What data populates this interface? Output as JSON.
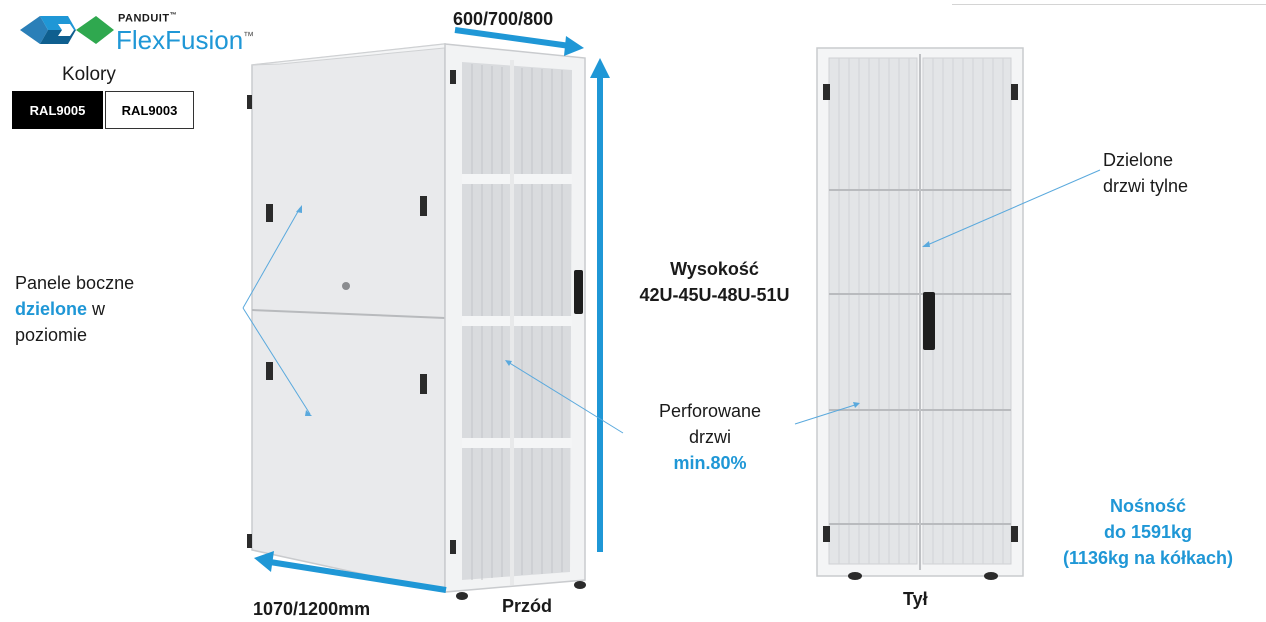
{
  "logo": {
    "brand": "PANDUIT",
    "trademark": "™",
    "product": "FlexFusion",
    "product_trademark": "™"
  },
  "colors_section": {
    "title": "Kolory",
    "swatches": [
      {
        "label": "RAL9005",
        "fill": "#000000",
        "text_color": "#ffffff"
      },
      {
        "label": "RAL9003",
        "fill": "#ffffff",
        "text_color": "#000000"
      }
    ]
  },
  "dimensions": {
    "width_options": "600/700/800",
    "depth_options": "1070/1200mm",
    "height_label": "Wysokość",
    "height_options": "42U-45U-48U-51U"
  },
  "annotations": {
    "side_panels_line1": "Panele boczne",
    "side_panels_highlight": "dzielone",
    "side_panels_line2_rest": " w",
    "side_panels_line3": "poziomie",
    "perforated_line1": "Perforowane",
    "perforated_line2": "drzwi",
    "perforated_value": "min.80%",
    "rear_doors_line1": "Dzielone",
    "rear_doors_line2": "drzwi tylne"
  },
  "views": {
    "front": "Przód",
    "back": "Tył"
  },
  "load_capacity": {
    "line1": "Nośność",
    "line2": "do 1591kg",
    "line3": "(1136kg na kółkach)"
  },
  "accent_color": "#1f97d6",
  "cabinet_color": "#e9eaec"
}
